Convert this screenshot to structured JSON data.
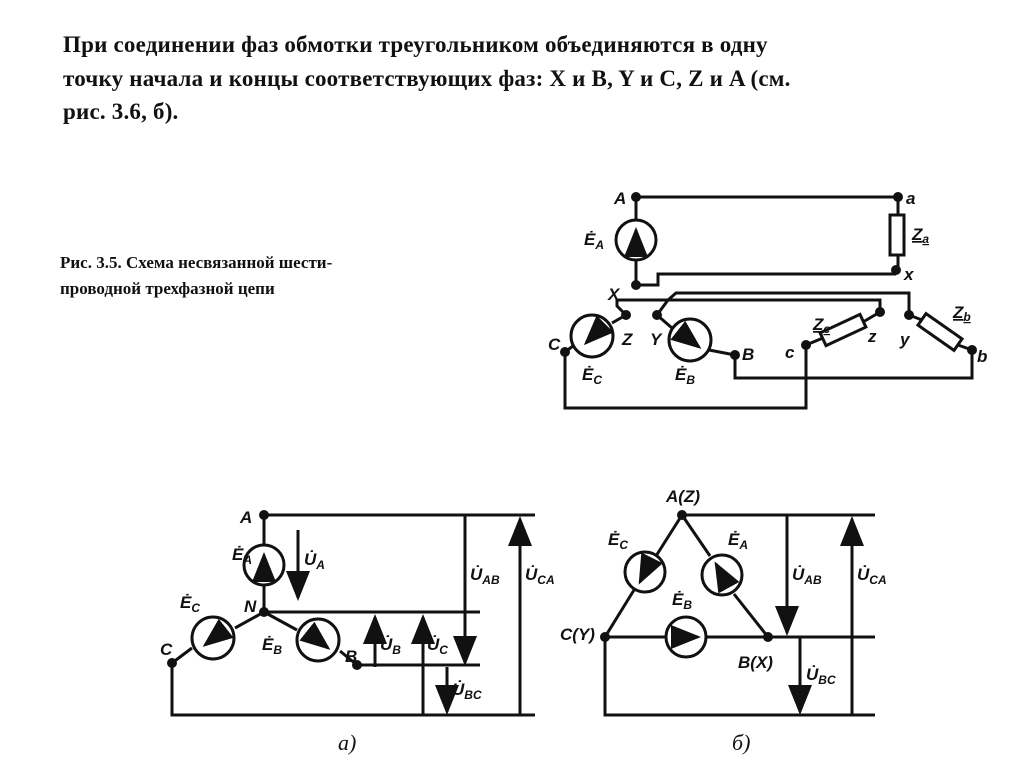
{
  "text": {
    "line1": "При соединении фаз обмотки треугольником объединяются в одну",
    "line2": "точку начала и концы соответствующих фаз: X и B, Y и C,  Z и A (см.",
    "line3": "рис. 3.6, б)."
  },
  "caption": {
    "line1": "Рис. 3.5. Схема несвязанной шести-",
    "line2": "проводной трехфазной цепи"
  },
  "fig35": {
    "A": "A",
    "a": "a",
    "X": "X",
    "x": "x",
    "Z": "Z",
    "Y": "Y",
    "C": "C",
    "B": "B",
    "c": "c",
    "z": "z",
    "y": "y",
    "b": "b",
    "EA": "Ė",
    "EA_sub": "A",
    "EC": "Ė",
    "EC_sub": "C",
    "EB": "Ė",
    "EB_sub": "B",
    "Za": "Z",
    "Za_sub": "a",
    "Zc": "Z",
    "Zc_sub": "c",
    "Zb": "Z",
    "Zb_sub": "b"
  },
  "figA": {
    "A": "A",
    "N": "N",
    "C": "C",
    "B": "B",
    "EA": "Ė",
    "EA_sub": "A",
    "EC": "Ė",
    "EC_sub": "C",
    "EB": "Ė",
    "EB_sub": "B",
    "UA": "U̇",
    "UA_sub": "A",
    "UAB": "U̇",
    "UAB_sub": "AB",
    "UCA": "U̇",
    "UCA_sub": "CA",
    "UB": "U̇",
    "UB_sub": "B",
    "UC": "U̇",
    "UC_sub": "C",
    "UBC": "U̇",
    "UBC_sub": "BC",
    "label": "а)"
  },
  "figB": {
    "AZ": "A(Z)",
    "CY": "C(Y)",
    "BX": "B(X)",
    "EC": "Ė",
    "EC_sub": "C",
    "EA": "Ė",
    "EA_sub": "A",
    "EB": "Ė",
    "EB_sub": "B",
    "UAB": "U̇",
    "UAB_sub": "AB",
    "UCA": "U̇",
    "UCA_sub": "CA",
    "UBC": "U̇",
    "UBC_sub": "BC",
    "label": "б)"
  }
}
